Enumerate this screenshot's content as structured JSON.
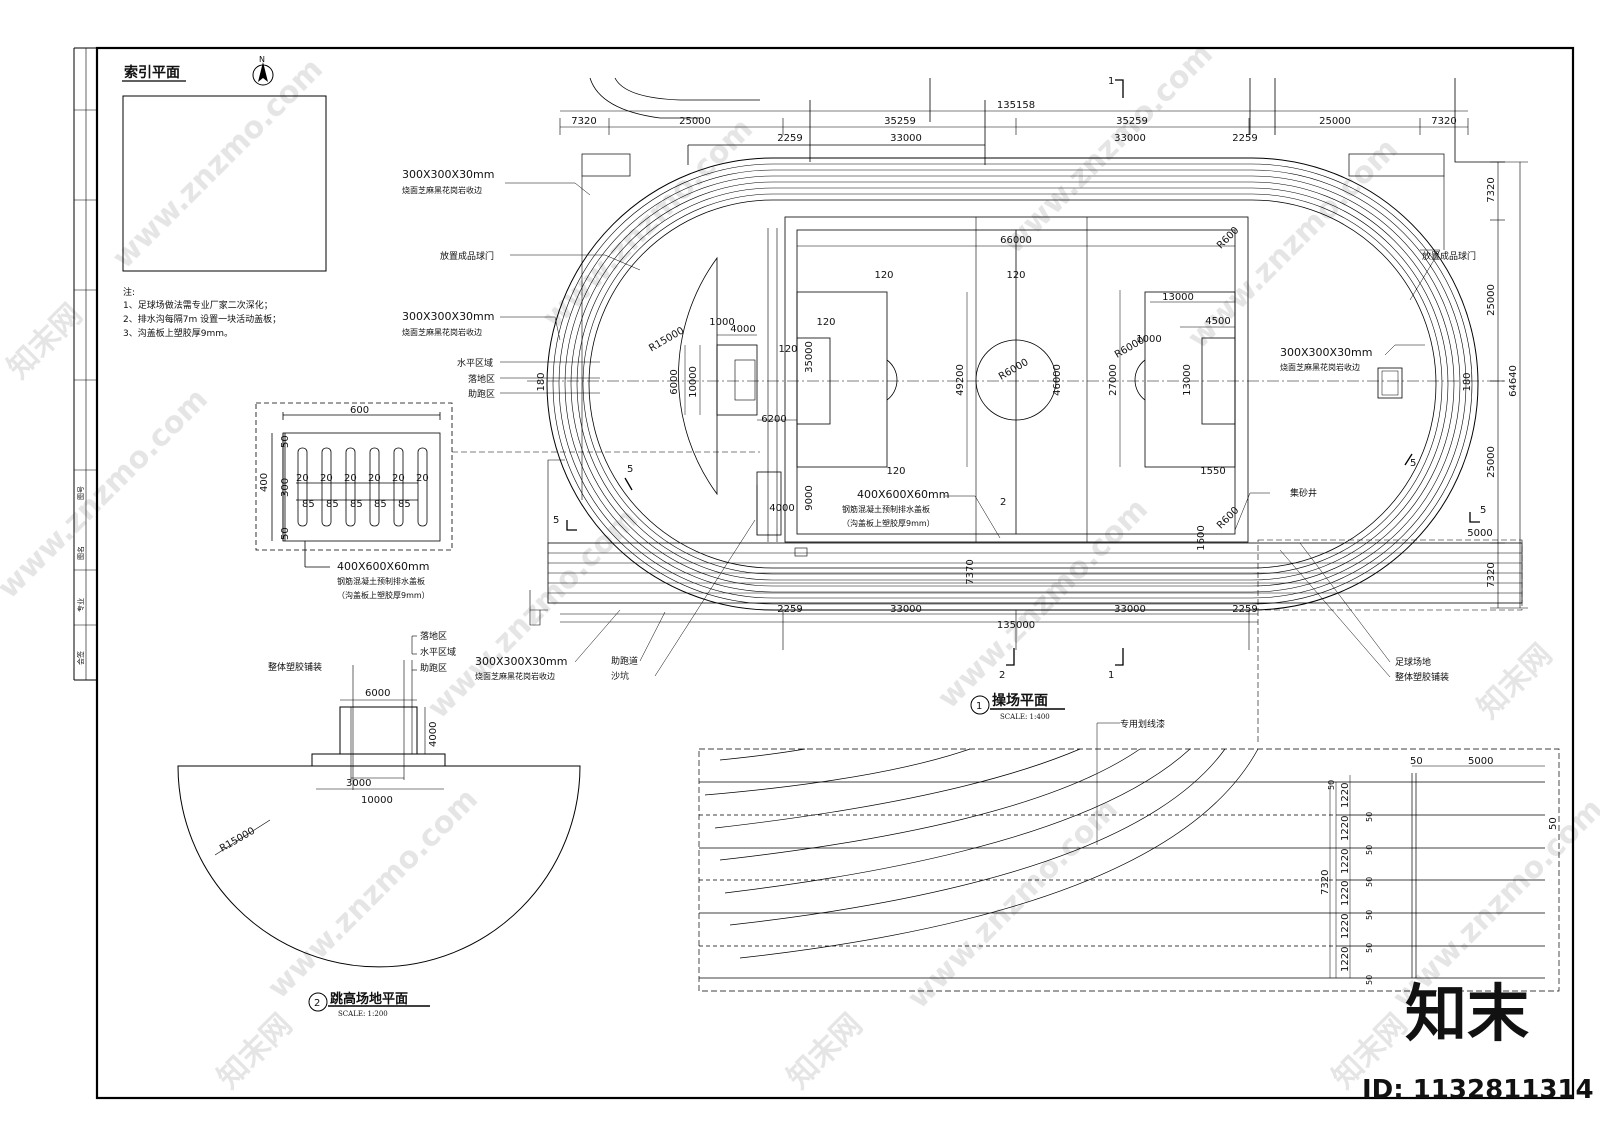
{
  "index_plan": {
    "title": "索引平面",
    "north": "N",
    "notes": {
      "heading": "注:",
      "items": [
        "1、足球场做法需专业厂家二次深化；",
        "2、排水沟每隔7m 设置一块活动盖板；",
        "3、沟盖板上塑胶厚9mm。"
      ]
    }
  },
  "title_block": {
    "labels": [
      "专业",
      "会签",
      "图名",
      "图号"
    ]
  },
  "track_plan": {
    "title": "操场平面",
    "scale": "SCALE:   1:400",
    "number": "1",
    "top_dims": [
      "7320",
      "25000",
      "35259",
      "35259",
      "25000",
      "7320"
    ],
    "top_overall": "135158",
    "inner_dims": [
      "2259",
      "33000",
      "33000",
      "2259"
    ],
    "bottom_dims": [
      "2259",
      "33000",
      "33000",
      "2259"
    ],
    "bottom_overall": "135000",
    "right_dims": [
      "7320",
      "25000",
      "25000",
      "7320"
    ],
    "right_overall": "64640",
    "field_dims": {
      "width": "66000",
      "width2": "49200",
      "center_dia": "46000",
      "penalty_depth": "27000",
      "goal_area": "13000",
      "goal_w": "13000",
      "left_penalty": "35000",
      "left_goal": "10000",
      "left_goal2": "6000",
      "hj_w": "1000",
      "hj_w2": "4000",
      "hj_run": "6200",
      "sandpit": "9000",
      "sand_w": "4000",
      "right_top": "13000",
      "right_goal": "4500",
      "r_center": "R6000",
      "r_left": "R15000",
      "r_right": "R6000",
      "r_corner": "R600",
      "r_corner2": "R600",
      "d120a": "120",
      "d120b": "120",
      "d120c": "120",
      "d120d": "120",
      "d120e": "120",
      "d1000": "1000",
      "d1550": "1550",
      "d1600": "1600",
      "d7370": "7370",
      "d180l": "180",
      "d180r": "180",
      "d5000": "5000"
    },
    "sections": {
      "s1": "1",
      "s2": "2",
      "s5": "5"
    },
    "labels": {
      "curb_tl": "300X300X30mm",
      "curb_tl_sub": "烧面芝麻黑花岗岩收边",
      "goal_left": "放置成品球门",
      "curb_ml": "300X300X30mm",
      "curb_ml_sub": "烧面芝麻黑花岗岩收边",
      "zone_flat": "水平区域",
      "zone_land": "落地区",
      "zone_run": "助跑区",
      "goal_right": "放置成品球门",
      "curb_mr": "300X300X30mm",
      "curb_mr_sub": "烧面芝麻黑花岗岩收边",
      "drain": "400X600X60mm",
      "drain_sub": "钢筋混凝土预制排水盖板",
      "drain_sub2": "（沟盖板上塑胶厚9mm）",
      "sandwell": "集砂井",
      "curb_b": "300X300X30mm",
      "curb_b_sub": "烧面芝麻黑花岗岩收边",
      "runway": "助跑道",
      "sandpit": "沙坑",
      "football": "足球场地",
      "rubber": "整体塑胶铺装"
    }
  },
  "drain_detail": {
    "top": "600",
    "height": "400",
    "rim_a": "50",
    "rim_b": "300",
    "rim_c": "50",
    "gaps": [
      "20",
      "20",
      "20",
      "20",
      "20",
      "20"
    ],
    "bars": [
      "85",
      "85",
      "85",
      "85",
      "85"
    ],
    "label": "400X600X60mm",
    "label_sub": "钢筋混凝土预制排水盖板",
    "label_sub2": "（沟盖板上塑胶厚9mm）"
  },
  "high_jump": {
    "title": "跳高场地平面",
    "scale": "SCALE:   1:200",
    "number": "2",
    "labels": {
      "landing": "落地区",
      "flat": "水平区域",
      "run": "助跑区",
      "rubber": "整体塑胶铺装"
    },
    "dims": {
      "top": "6000",
      "height": "4000",
      "inner": "3000",
      "base": "10000",
      "radius": "R15000"
    }
  },
  "lane_detail": {
    "label": "专用划线漆",
    "top_dims": [
      "50",
      "5000"
    ],
    "overall": "7320",
    "lanes": [
      "1220",
      "1220",
      "1220",
      "1220",
      "1220",
      "1220"
    ],
    "lines": [
      "50",
      "50",
      "50",
      "50",
      "50",
      "50",
      "50"
    ],
    "side": "50"
  },
  "watermark": {
    "brand": "知末",
    "site": "www.znzmo.com",
    "site_cn": "知末网",
    "id": "ID: 1132811314"
  }
}
